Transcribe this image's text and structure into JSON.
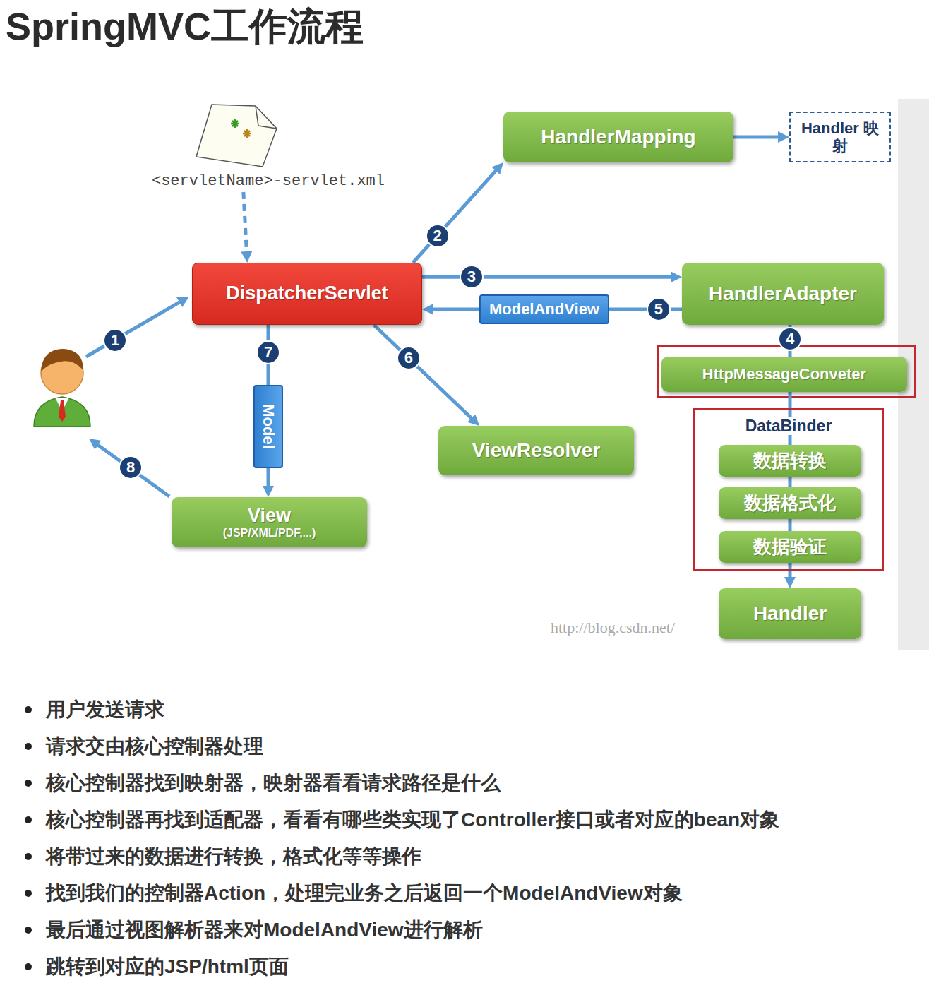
{
  "diagram": {
    "title": "SpringMVC工作流程",
    "nodes": [
      {
        "text": [
          "<servletName>-servlet.xml"
        ]
      },
      {
        "text": [
          "DispatcherServlet"
        ]
      },
      {
        "text": [
          "HandlerMapping"
        ]
      },
      {
        "text": [
          "Handler 映射"
        ]
      },
      {
        "text": [
          "HandlerAdapter"
        ]
      },
      {
        "text": [
          "HttpMessageConveter"
        ]
      },
      {
        "text": [
          "DataBinder"
        ]
      },
      {
        "text": [
          "数据转换"
        ],
        "in": 6
      },
      {
        "text": [
          "数据格式化"
        ],
        "in": 6
      },
      {
        "text": [
          "数据验证"
        ],
        "in": 6
      },
      {
        "text": [
          "Handler"
        ]
      },
      {
        "text": [
          "ViewResolver"
        ]
      },
      {
        "text": [
          "View",
          "(JSP/XML/PDF,...)"
        ]
      }
    ],
    "edges": [
      {
        "from": 0,
        "to": 1,
        "arrow": "to"
      },
      {
        "from": 1,
        "to": 2,
        "arrow": "to"
      },
      {
        "from": 2,
        "to": 3,
        "arrow": "to"
      },
      {
        "from": 1,
        "to": 4,
        "arrow": "to"
      },
      {
        "from": 4,
        "to": 1,
        "label": "ModelAndView",
        "arrow": "to"
      },
      {
        "from": 4,
        "to": 5,
        "arrow": "none"
      },
      {
        "from": 5,
        "to": 7,
        "arrow": "none"
      },
      {
        "from": 7,
        "to": 8,
        "arrow": "none"
      },
      {
        "from": 8,
        "to": 9,
        "arrow": "none"
      },
      {
        "from": 9,
        "to": 10,
        "arrow": "to"
      },
      {
        "from": 1,
        "to": 11,
        "arrow": "to"
      },
      {
        "from": 1,
        "to": 12,
        "label": "Model",
        "arrow": "to"
      }
    ],
    "labels": [
      "1",
      "2",
      "3",
      "4",
      "5",
      "6",
      "7",
      "8",
      "http://blog.csdn.net/",
      "用户发送请求",
      "请求交由核心控制器处理",
      "核心控制器找到映射器，映射器看看请求路径是什么",
      "核心控制器再找到适配器，看看有哪些类实现了Controller接口或者对应的bean对象",
      "将带过来的数据进行转换，格式化等等操作",
      "找到我们的控制器Action，处理完业务之后返回一个ModelAndView对象",
      "最后通过视图解析器来对ModelAndView进行解析",
      "跳转到对应的JSP/html页面"
    ]
  }
}
